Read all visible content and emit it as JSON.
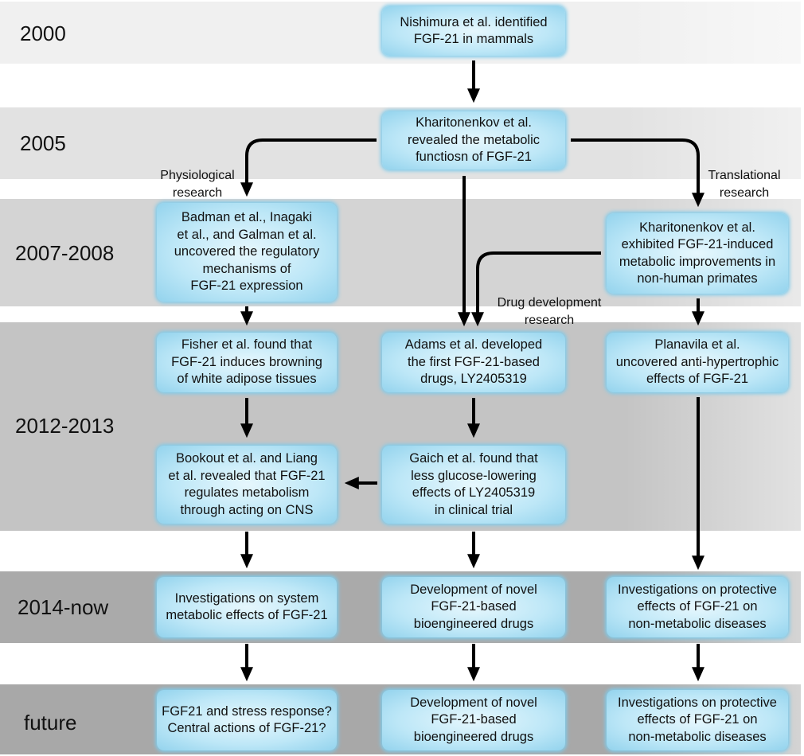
{
  "colors": {
    "bands": [
      "#f0f0f0",
      "#e2e2e2",
      "#d4d4d4",
      "#c4c4c4",
      "#aaaaaa",
      "#a8a8a8"
    ],
    "box_fill": "#bde7f7",
    "box_edge": "#93d3ed",
    "box_glow": "#7fcbea",
    "arrow": "#000000"
  },
  "timeline": [
    {
      "year": "2000",
      "center": "Nishimura et al. identified\nFGF-21 in mammals"
    },
    {
      "year": "2005",
      "center": "Kharitonenkov et al.\nrevealed the metabolic\nfunctiosn of FGF-21"
    },
    {
      "year": "2007-2008",
      "left": "Badman et al., Inagaki\net al., and Galman et al.\nuncovered the regulatory\nmechanisms of\nFGF-21 expression",
      "right": "Kharitonenkov et al.\nexhibited FGF-21-induced\nmetabolic improvements in\nnon-human primates"
    },
    {
      "year": "2012-2013",
      "left": "Fisher et al. found that\nFGF-21 induces browning\nof white adipose tissues",
      "center": "Adams et al. developed\nthe first FGF-21-based\ndrugs, LY2405319",
      "right": "Planavila et al.\nuncovered anti-hypertrophic\neffects of FGF-21",
      "left_2": "Bookout et al. and Liang\net al. revealed that FGF-21\nregulates metabolism\nthrough acting on CNS",
      "center_2": "Gaich et al. found that\nless glucose-lowering\neffects of LY2405319\nin clinical trial"
    },
    {
      "year": "2014-now",
      "left": "Investigations on system\nmetabolic effects of FGF-21",
      "center": "Development of novel\nFGF-21-based\nbioengineered drugs",
      "right": "Investigations on protective\neffects of FGF-21 on\nnon-metabolic diseases"
    },
    {
      "year": "future",
      "left": "FGF21 and stress response?\nCentral actions of FGF-21?",
      "center": "Development of novel\nFGF-21-based\nbioengineered drugs",
      "right": "Investigations on protective\neffects of FGF-21 on\nnon-metabolic diseases"
    }
  ],
  "branch_labels": {
    "physiological": "Physiological\nresearch",
    "translational": "Translational\nresearch",
    "drug_development": "Drug development\nresearch"
  }
}
